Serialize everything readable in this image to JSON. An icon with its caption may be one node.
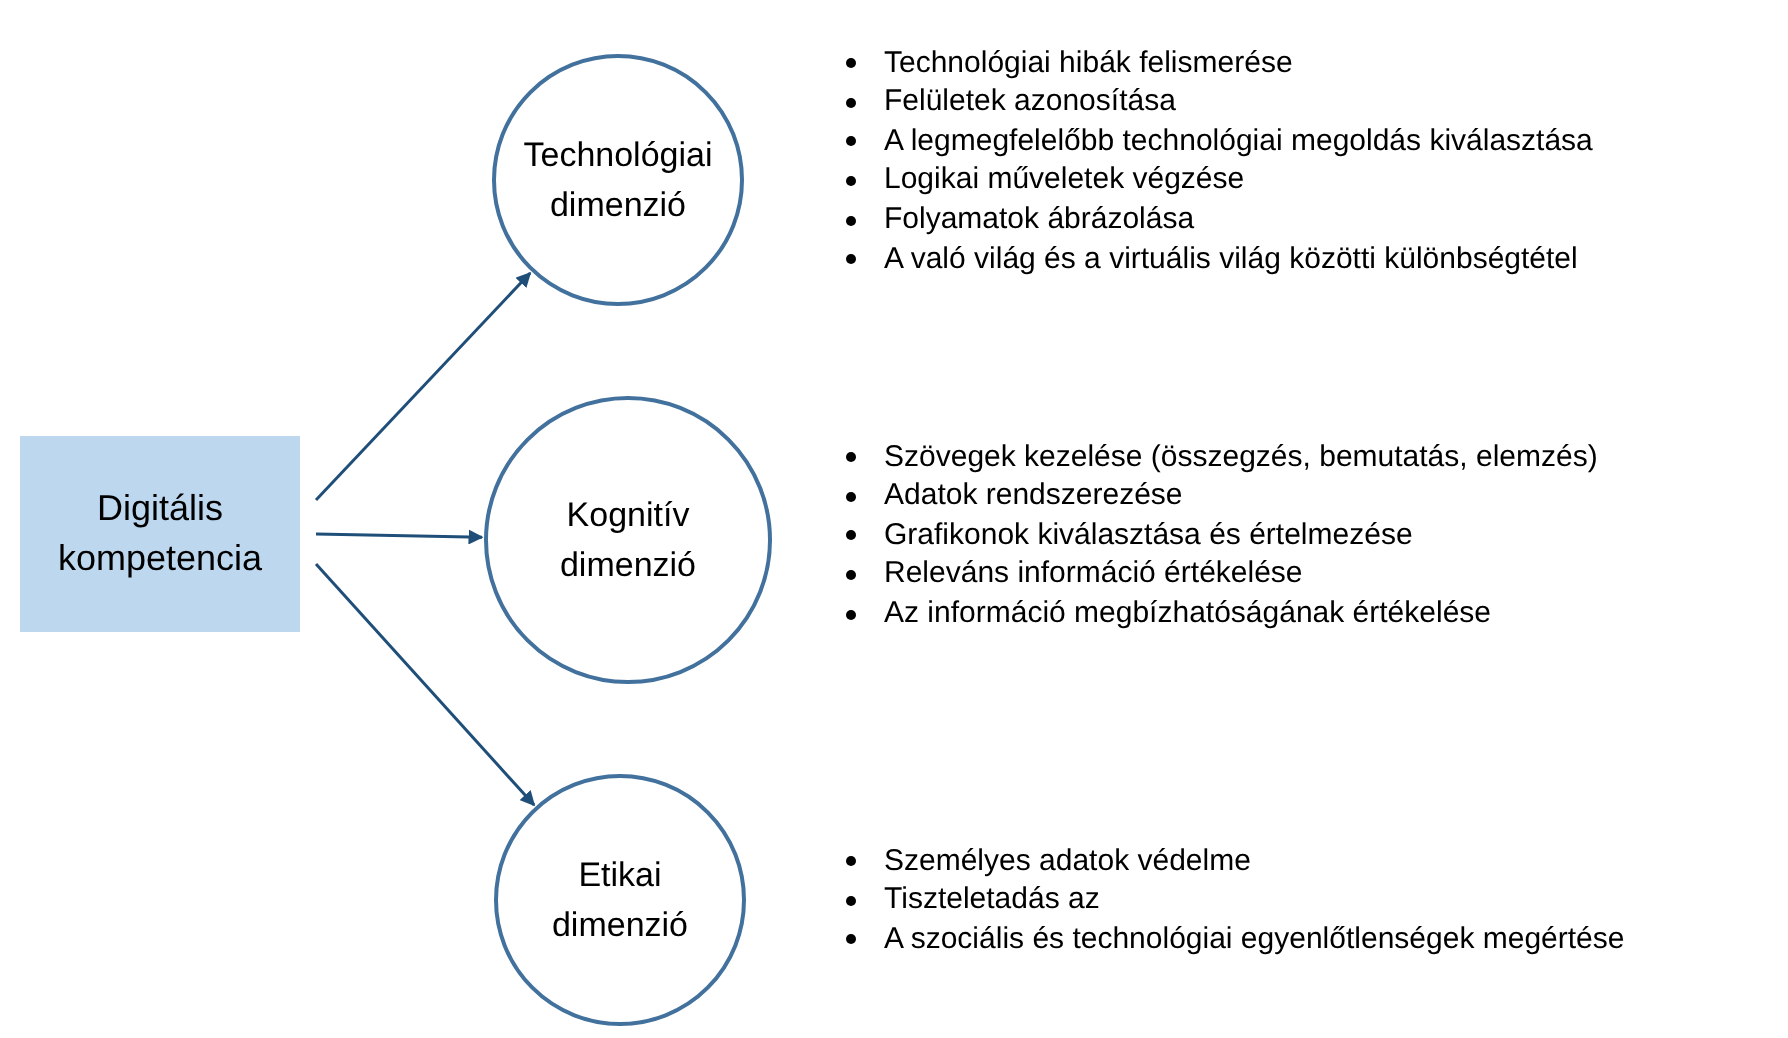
{
  "diagram": {
    "nodes": [
      {
        "text": [
          "Digitális kompetencia"
        ]
      },
      {
        "text": [
          "Technológiai dimenzió"
        ],
        "beside": [
          "Technológiai hibák felismerése",
          "Felületek azonosítása",
          "A legmegfelelőbb technológiai megoldás kiválasztása",
          "Logikai műveletek végzése",
          "Folyamatok ábrázolása",
          "A való világ és a virtuális világ közötti különbségtétel"
        ]
      },
      {
        "text": [
          "Kognitív dimenzió"
        ],
        "beside": [
          "Szövegek kezelése (összegzés, bemutatás, elemzés)",
          "Adatok rendszerezése",
          "Grafikonok kiválasztása és értelmezése",
          "Releváns információ értékelése",
          "Az információ megbízhatóságának értékelése"
        ]
      },
      {
        "text": [
          "Etikai dimenzió"
        ],
        "beside": [
          "Személyes adatok védelme",
          "Tiszteletadás az",
          "A szociális és technológiai egyenlőtlenségek megértése"
        ]
      }
    ],
    "edges": [
      {
        "from": 0,
        "to": 1,
        "arrow": "to"
      },
      {
        "from": 0,
        "to": 2,
        "arrow": "to"
      },
      {
        "from": 0,
        "to": 3,
        "arrow": "to"
      }
    ]
  }
}
